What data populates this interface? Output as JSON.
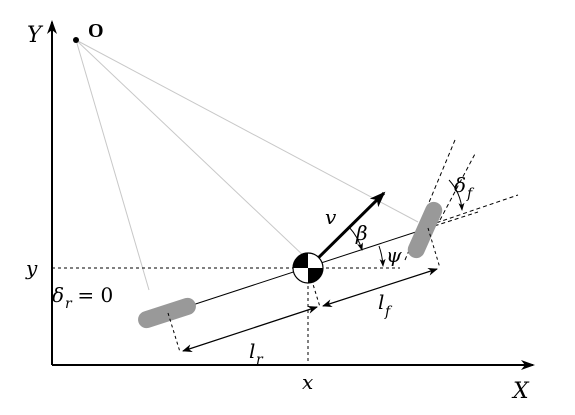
{
  "diagram": {
    "axes": {
      "x_label": "X",
      "y_label": "Y"
    },
    "origin_point": "O",
    "coordinates": {
      "x": "x",
      "y": "y"
    },
    "velocity": "v",
    "slip_angle": "β",
    "heading_angle": "ψ",
    "front_steer": {
      "base": "δ",
      "subscript": "f"
    },
    "rear_steer": {
      "base": "δ",
      "subscript": "r",
      "suffix": " = 0"
    },
    "rear_length": {
      "base": "l",
      "subscript": "r"
    },
    "front_length": {
      "base": "l",
      "subscript": "f"
    },
    "colors": {
      "lines": "#000000",
      "construction_lines": "#c8c8c8",
      "wheels": "#999999"
    }
  }
}
